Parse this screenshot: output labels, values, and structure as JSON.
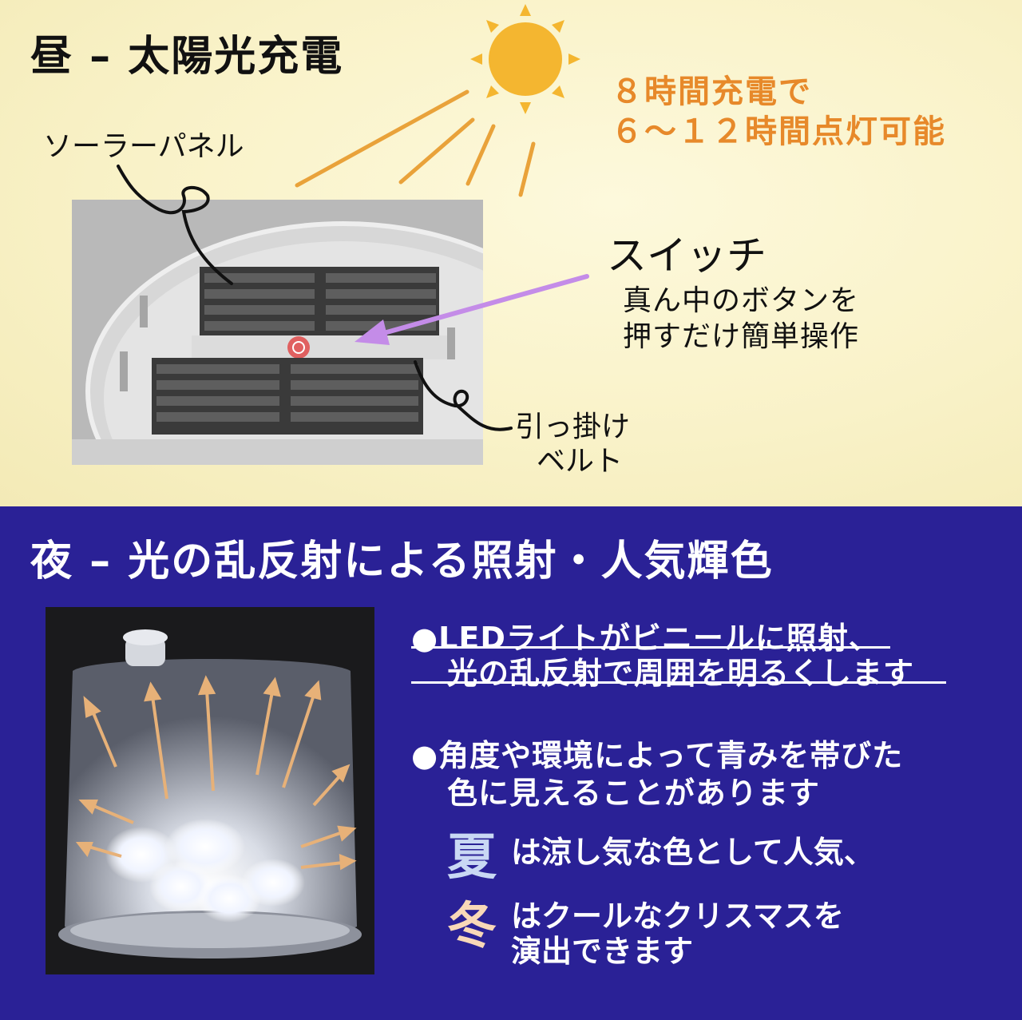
{
  "day": {
    "heading": "昼 – 太陽光充電",
    "charge_line1": "８時間充電で",
    "charge_line2": "６～１２時間点灯可能",
    "solar_panel_label": "ソーラーパネル",
    "switch_title": "スイッチ",
    "switch_desc_line1": "真ん中のボタンを",
    "switch_desc_line2": "押すだけ簡単操作",
    "belt_label_line1": "引っ掛け",
    "belt_label_line2": "ベルト"
  },
  "night": {
    "heading": "夜 – 光の乱反射による照射・人気輝色",
    "bullet1_line1": "●LEDライトがビニールに照射、",
    "bullet1_line2": "光の乱反射で周囲を明るくします",
    "bullet2_line1": "●角度や環境によって青みを帯びた",
    "bullet2_line2": "色に見えることがあります",
    "summer_char": "夏",
    "summer_text": "は涼し気な色として人気、",
    "winter_char": "冬",
    "winter_text_line1": "はクールなクリスマスを",
    "winter_text_line2": "演出できます"
  },
  "colors": {
    "day_bg": "#f9f2c8",
    "night_bg": "#2a2196",
    "orange": "#e7892a",
    "sun": "#f4b630",
    "arrow_purple": "#c48ce8",
    "summer_char": "#c9d8f4",
    "winter_char": "#f8d8b8"
  }
}
